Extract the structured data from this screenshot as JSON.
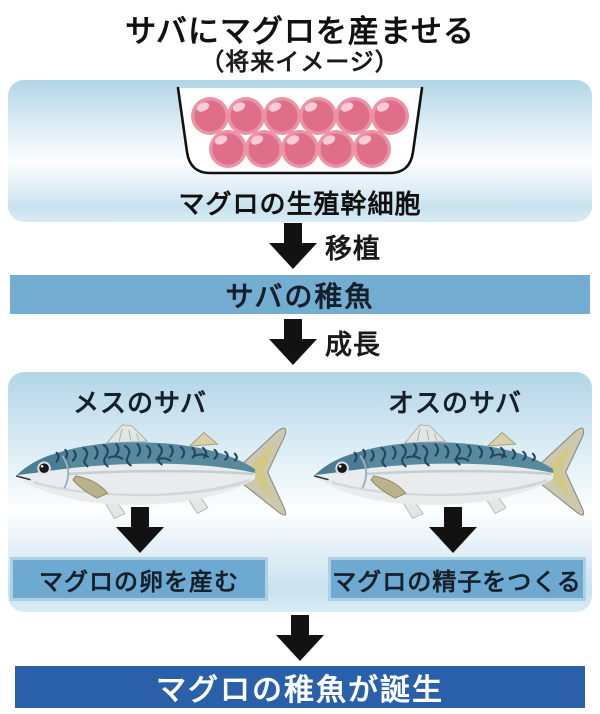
{
  "title": "サバにマグロを産ませる",
  "subtitle": "（将来イメージ）",
  "stem_cell_panel": {
    "label": "マグロの生殖幹細胞",
    "eggs": {
      "top_row": 6,
      "bottom_row": 5
    }
  },
  "arrows": {
    "transplant": "移植",
    "growth": "成長"
  },
  "juvenile_bar": {
    "label": "サバの稚魚"
  },
  "adult_panel": {
    "female": {
      "label": "メスのサバ",
      "result": "マグロの卵を産む"
    },
    "male": {
      "label": "オスのサバ",
      "result": "マグロの精子をつくる"
    }
  },
  "result_bar": {
    "label": "マグロの稚魚が誕生"
  },
  "colors": {
    "bar_medium_blue": "#74add2",
    "result_box_blue": "#6da9d0",
    "result_box_border": "#aed0e4",
    "result_bar_blue": "#2a5fa9",
    "egg_rim": "#ec93a5",
    "egg_body": "#df6e89",
    "egg_highlight": "#f7ccd4",
    "arrow_black": "#121212"
  }
}
